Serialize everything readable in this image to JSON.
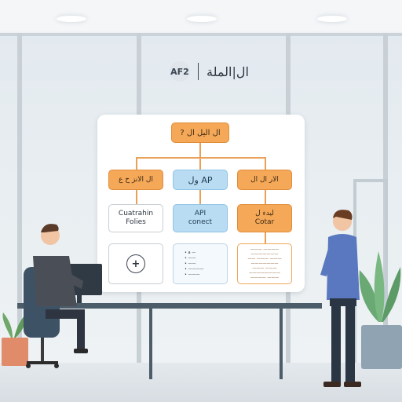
{
  "logo": {
    "badge": "AF2",
    "title": "ال|الملة"
  },
  "diagram": {
    "top_node": "? ال اليل ال",
    "row1": {
      "left": "ال الانز ح ع",
      "middle": "ول AP",
      "right": "الار ال ال"
    },
    "row2": {
      "left": "Cuatrahin\nFolies",
      "middle": "API\nconect",
      "right": "ليدء ل\nCotar"
    },
    "row3": {
      "left_symbol": "+",
      "middle_list": [
        "• a —",
        "• ——",
        "• ——",
        "• ————",
        "• ———"
      ],
      "right_list": [
        "——— ————",
        "———————",
        "—— ——— ———",
        "———————",
        "——— ———",
        "————————",
        "———— ———"
      ]
    }
  },
  "colors": {
    "orange": "#f5a857",
    "blue": "#b9dcf3",
    "accent_line": "#e8a05a"
  }
}
